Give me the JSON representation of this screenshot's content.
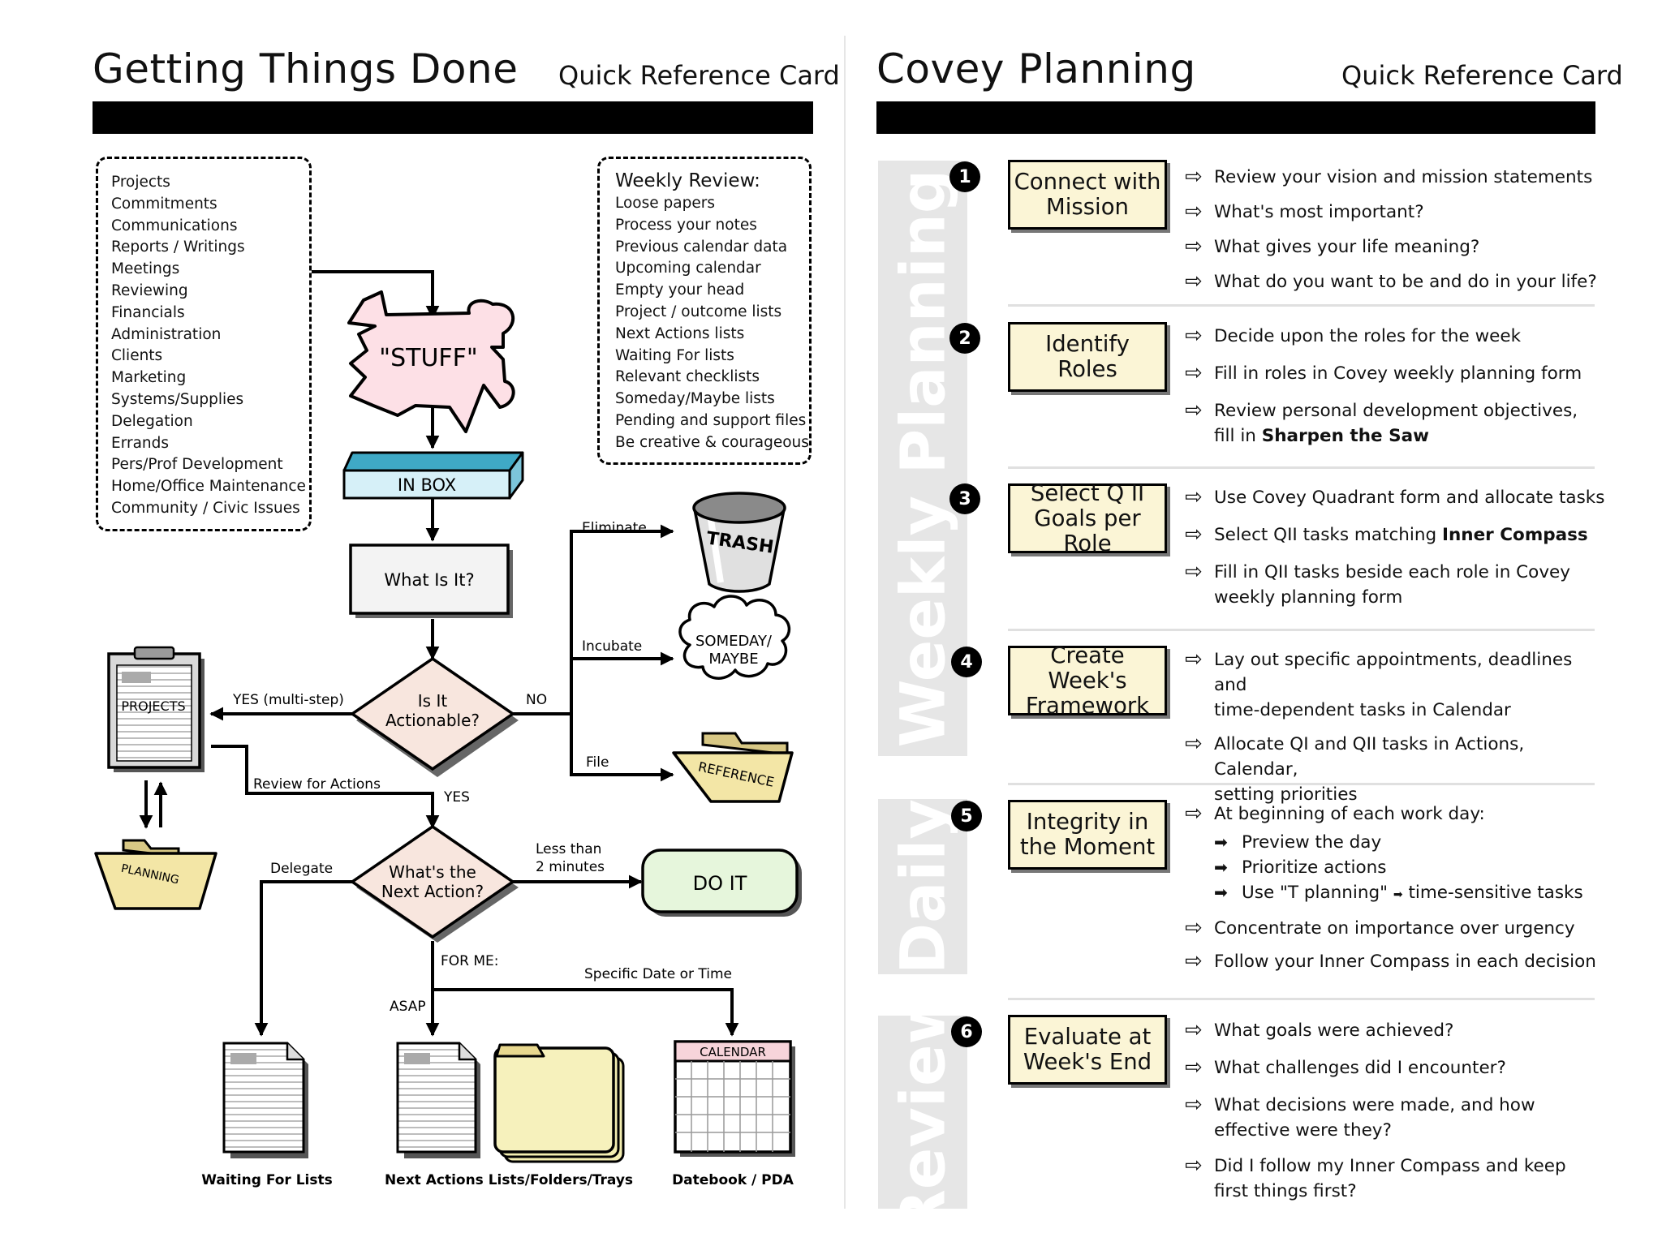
{
  "gtd": {
    "title": "Getting Things Done",
    "subtitle": "Quick Reference Card",
    "stuff_list": [
      "Projects",
      "Commitments",
      "Communications",
      "Reports / Writings",
      "Meetings",
      "Reviewing",
      "Financials",
      "Administration",
      "Clients",
      "Marketing",
      "Systems/Supplies",
      "Delegation",
      "Errands",
      "Pers/Prof Development",
      "Home/Office Maintenance",
      "Community / Civic Issues"
    ],
    "weekly_review": {
      "title": "Weekly Review:",
      "items": [
        "Loose papers",
        "Process your notes",
        "Previous calendar data",
        "Upcoming calendar",
        "Empty your head",
        "Project / outcome lists",
        "Next Actions lists",
        "Waiting For lists",
        "Relevant checklists",
        "Someday/Maybe lists",
        "Pending and support files",
        "Be creative & courageous"
      ]
    },
    "flow": {
      "stuff": "\"STUFF\"",
      "inbox": "IN BOX",
      "what_is_it": "What Is It?",
      "actionable_1": "Is It",
      "actionable_2": "Actionable?",
      "next_action_1": "What's the",
      "next_action_2": "Next Action?",
      "do_it": "DO IT",
      "projects": "PROJECTS",
      "planning": "PLANNING",
      "trash": "TRASH",
      "someday_1": "SOMEDAY/",
      "someday_2": "MAYBE",
      "reference": "REFERENCE",
      "calendar": "CALENDAR",
      "lbl_eliminate": "Eliminate",
      "lbl_incubate": "Incubate",
      "lbl_file": "File",
      "lbl_no": "NO",
      "lbl_yes_multi": "YES (multi-step)",
      "lbl_review": "Review for Actions",
      "lbl_yes": "YES",
      "lbl_delegate": "Delegate",
      "lbl_less_1": "Less than",
      "lbl_less_2": "2 minutes",
      "lbl_for_me": "FOR ME:",
      "lbl_specific": "Specific Date or Time",
      "lbl_asap": "ASAP",
      "out_waiting": "Waiting For Lists",
      "out_next": "Next Actions Lists/Folders/Trays",
      "out_datebook": "Datebook / PDA"
    }
  },
  "covey": {
    "title": "Covey Planning",
    "subtitle": "Quick Reference Card",
    "sidebars": {
      "weekly": "Weekly Planning",
      "daily": "Daily",
      "review": "Review"
    },
    "steps": [
      {
        "num": "1",
        "label_1": "Connect with",
        "label_2": "Mission",
        "bullets": [
          "Review your vision and mission statements",
          "What's most important?",
          "What gives your life meaning?",
          "What do you want to be and do in your life?"
        ]
      },
      {
        "num": "2",
        "label_1": "Identify",
        "label_2": "Roles",
        "bullets": [
          "Decide upon the roles for the week",
          "Fill in roles in Covey weekly planning form",
          "Review personal development objectives,"
        ],
        "cont_prefix": "fill in ",
        "cont_strong": "Sharpen the Saw"
      },
      {
        "num": "3",
        "label_1": "Select Q II",
        "label_2": "Goals per Role",
        "b1": "Use Covey Quadrant form and allocate tasks",
        "b2_prefix": "Select QII tasks matching ",
        "b2_strong": "Inner Compass",
        "b3": "Fill in QII tasks beside each role in Covey",
        "b3_cont": "weekly planning form"
      },
      {
        "num": "4",
        "label_1": "Create Week's",
        "label_2": "Framework",
        "b1": "Lay out specific appointments, deadlines and",
        "b1_cont": "time-dependent tasks in Calendar",
        "b2": "Allocate QI and QII tasks in Actions, Calendar,",
        "b2_cont": "setting priorities"
      },
      {
        "num": "5",
        "label_1": "Integrity in",
        "label_2": "the Moment",
        "b1": "At beginning of each work day:",
        "sub1": "Preview the day",
        "sub2": "Prioritize actions",
        "sub3_prefix": "Use \"T planning\"",
        "sub3_suffix": " time-sensitive tasks",
        "b2": "Concentrate on importance over urgency",
        "b3": "Follow your Inner Compass in each decision"
      },
      {
        "num": "6",
        "label_1": "Evaluate at",
        "label_2": "Week's End",
        "b1": "What goals were achieved?",
        "b2": "What challenges did I encounter?",
        "b3": "What decisions were made, and how",
        "b3_cont": "effective were they?",
        "b4": "Did I follow my Inner Compass and keep",
        "b4_cont": "first things first?"
      }
    ]
  },
  "icons": {
    "arrow": "hollow-right-arrow-icon",
    "sub_arrow": "filled-right-arrow-icon"
  }
}
